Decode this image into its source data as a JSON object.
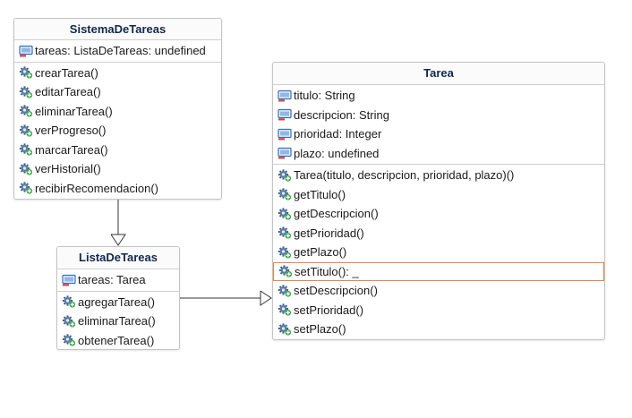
{
  "icons": {
    "attribute": "field-icon",
    "method": "method-gear-icon"
  },
  "colors": {
    "border": "#c4c4c4",
    "title": "#13284a",
    "selection": "#e8814a",
    "icon_blue": "#2f6fc2",
    "icon_red": "#d64541",
    "icon_green": "#3aa845"
  },
  "classes": {
    "sistema": {
      "name": "SistemaDeTareas",
      "attributes": [
        "tareas: ListaDeTareas: undefined"
      ],
      "methods": [
        "crearTarea()",
        "editarTarea()",
        "eliminarTarea()",
        "verProgreso()",
        "marcarTarea()",
        "verHistorial()",
        "recibirRecomendacion()"
      ]
    },
    "lista": {
      "name": "ListaDeTareas",
      "attributes": [
        "tareas: Tarea"
      ],
      "methods": [
        "agregarTarea()",
        "eliminarTarea()",
        "obtenerTarea()"
      ]
    },
    "tarea": {
      "name": "Tarea",
      "attributes": [
        "titulo: String",
        "descripcion: String",
        "prioridad: Integer",
        "plazo: undefined"
      ],
      "methods": [
        "Tarea(titulo, descripcion, prioridad, plazo)()",
        "getTitulo()",
        "getDescripcion()",
        "getPrioridad()",
        "getPlazo()",
        "setTitulo(): _",
        "setDescripcion()",
        "setPrioridad()",
        "setPlazo()"
      ],
      "selected_method": "setTitulo(): _"
    }
  },
  "relations": [
    {
      "from": "SistemaDeTareas",
      "to": "ListaDeTareas",
      "type": "association"
    },
    {
      "from": "ListaDeTareas",
      "to": "Tarea",
      "type": "association"
    }
  ]
}
